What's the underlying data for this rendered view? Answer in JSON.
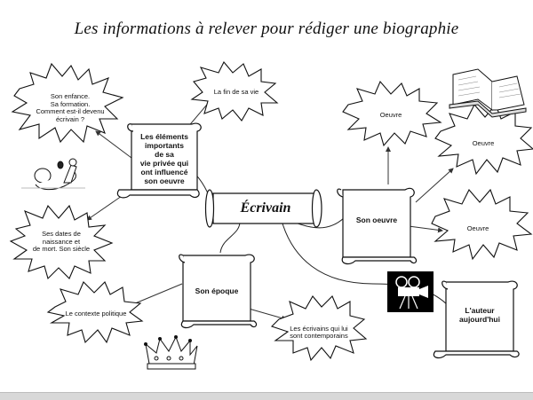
{
  "title": "Les informations à relever pour rédiger une biographie",
  "center": "Écrivain",
  "scrolls": {
    "vie_privee": [
      "Les éléments",
      "importants",
      "de sa",
      "vie privée qui",
      "ont influencé",
      "son oeuvre"
    ],
    "oeuvre": "Son oeuvre",
    "epoque": "Son époque",
    "auteur": [
      "L'auteur",
      "aujourd'hui"
    ]
  },
  "bubbles": {
    "enfance": [
      "Son enfance.",
      "Sa formation.",
      "Comment est-il devenu",
      "écrivain ?"
    ],
    "fin_vie": "La fin de sa vie",
    "dates": [
      "Ses dates de",
      "naissance et",
      "de mort. Son siècle"
    ],
    "oeuvre1": "Oeuvre",
    "oeuvre2": "Oeuvre",
    "oeuvre3": "Oeuvre",
    "contexte": "Le contexte politique",
    "contemporains": [
      "Les écrivains qui lui",
      "sont contemporains"
    ]
  },
  "icons": [
    "baby-icon",
    "book-icon",
    "camera-icon",
    "crown-icon"
  ]
}
